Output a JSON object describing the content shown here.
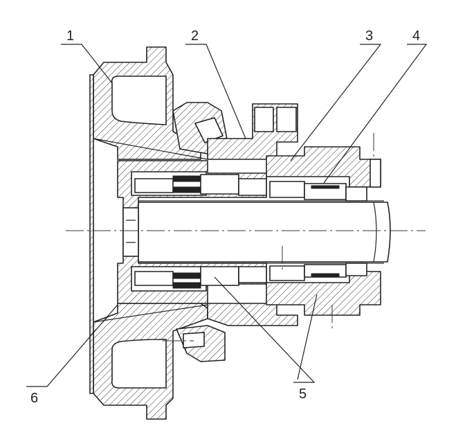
{
  "labels": {
    "l1": "1",
    "l2": "2",
    "l3": "3",
    "l4": "4",
    "l5": "5",
    "l6": "6"
  },
  "colors": {
    "line": "#222222",
    "background": "#ffffff"
  }
}
